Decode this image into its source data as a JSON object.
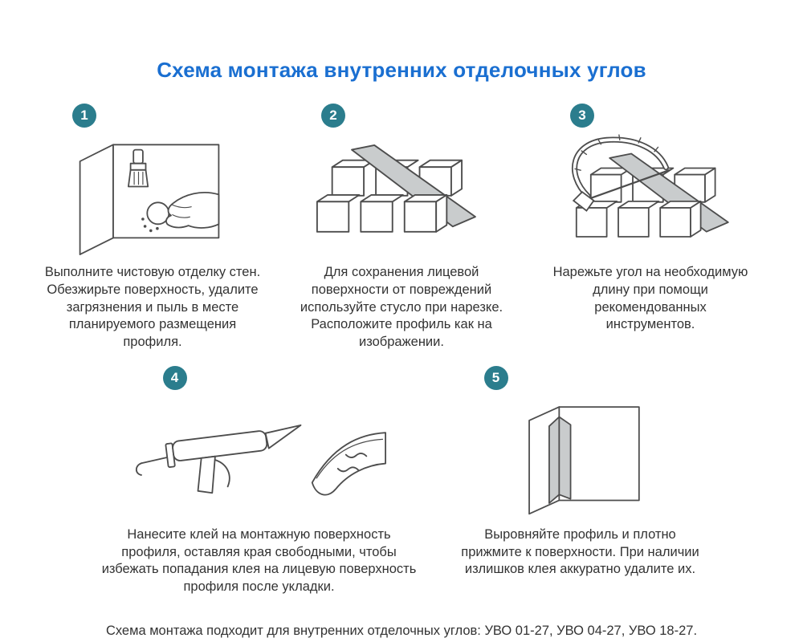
{
  "title": "Схема монтажа внутренних отделочных углов",
  "steps": [
    {
      "number": "1",
      "illustration": "corner-walls-brush-sponge",
      "caption": "Выполните чистовую отделку стен. Обезжирьте поверхность, удалите загрязнения и пыль в месте планируемого размещения профиля."
    },
    {
      "number": "2",
      "illustration": "miter-box-with-profile",
      "caption": "Для сохранения лицевой поверхности от повреждений используйте стусло при нарезке. Расположите профиль как на изображении."
    },
    {
      "number": "3",
      "illustration": "miter-box-with-hacksaw",
      "caption": "Нарежьте угол на необходимую длину при помощи рекомендованных инструментов."
    },
    {
      "number": "4",
      "illustration": "caulking-gun-and-profile",
      "caption": "Нанесите клей на монтажную поверхность профиля, оставляя края свободными, чтобы избежать попадания клея на лицевую поверхность профиля после укладки."
    },
    {
      "number": "5",
      "illustration": "corner-with-installed-profile",
      "caption": "Выровняйте профиль и плотно прижмите к поверхности. При наличии излишков клея аккуратно удалите их."
    }
  ],
  "footer": "Схема монтажа подходит для внутренних отделочных углов: УВО 01-27, УВО 04-27, УВО 18-27.",
  "colors": {
    "title_blue": "#1a6fd1",
    "badge_teal": "#2b7d8d",
    "line_gray": "#4d4d4d",
    "profile_fill": "#c9cccd",
    "text": "#333333"
  }
}
